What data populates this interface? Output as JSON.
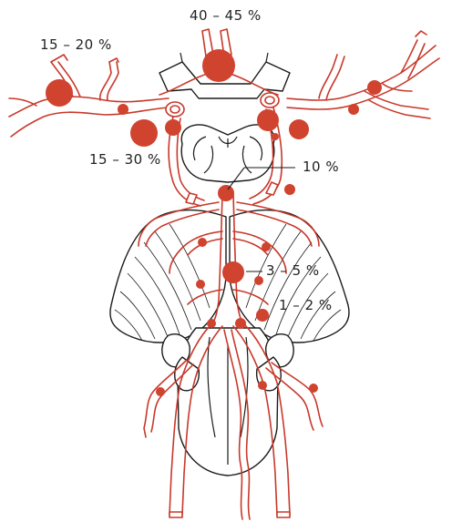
{
  "labels": {
    "acom": "40 – 45 %",
    "mca_left": "15 – 20 %",
    "pcom": "15 – 30 %",
    "basilar_tip": "10 %",
    "basilar_trunk": "3 – 5 %",
    "vertebral": "1 – 2 %"
  },
  "colors": {
    "artery": "#c8382a",
    "aneurysm": "#d0432f",
    "outline": "#1a1a1a"
  }
}
